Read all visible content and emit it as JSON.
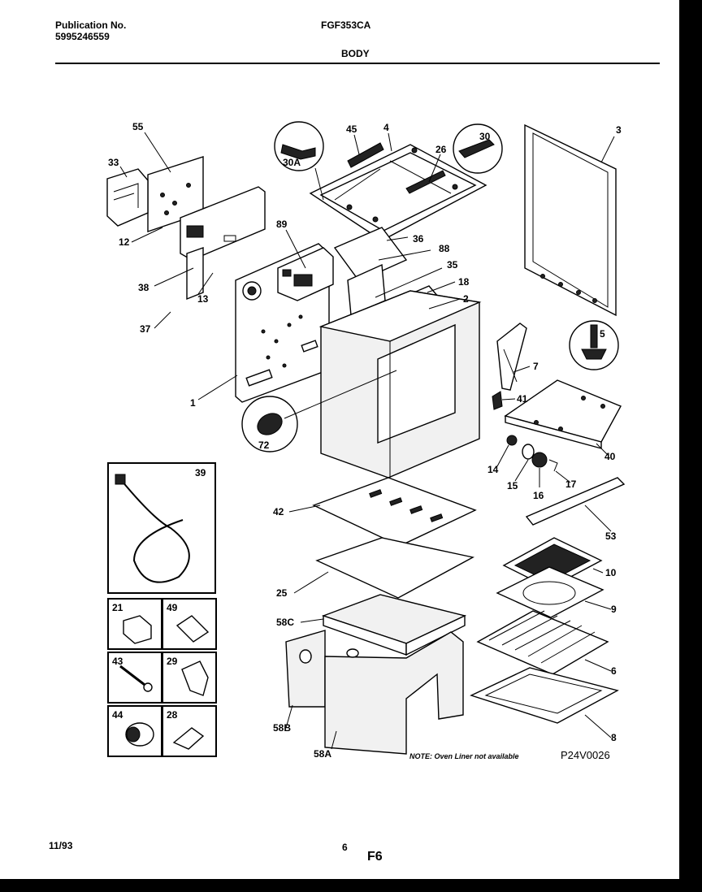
{
  "header": {
    "publication_label": "Publication No.",
    "publication_number": "5995246559",
    "model": "FGF353CA",
    "section": "BODY"
  },
  "footer": {
    "date": "11/93",
    "page": "6",
    "figure": "F6"
  },
  "diagram": {
    "note": "NOTE: Oven Liner not available",
    "drawing_code": "P24V0026",
    "part_labels": [
      "55",
      "33",
      "12",
      "38",
      "13",
      "37",
      "1",
      "89",
      "30A",
      "45",
      "4",
      "26",
      "30",
      "3",
      "36",
      "88",
      "35",
      "18",
      "2",
      "5",
      "7",
      "41",
      "40",
      "72",
      "14",
      "15",
      "16",
      "17",
      "53",
      "42",
      "10",
      "9",
      "6",
      "8",
      "25",
      "58C",
      "58B",
      "58A",
      "39",
      "21",
      "49",
      "43",
      "29",
      "44",
      "28"
    ]
  }
}
